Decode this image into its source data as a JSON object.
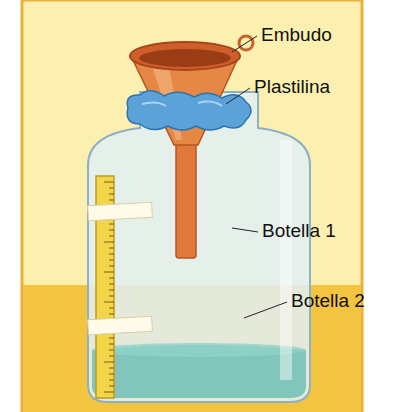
{
  "diagram": {
    "labels": [
      "Embudo",
      "Plastilina",
      "Botella 1",
      "Botella 2"
    ]
  }
}
